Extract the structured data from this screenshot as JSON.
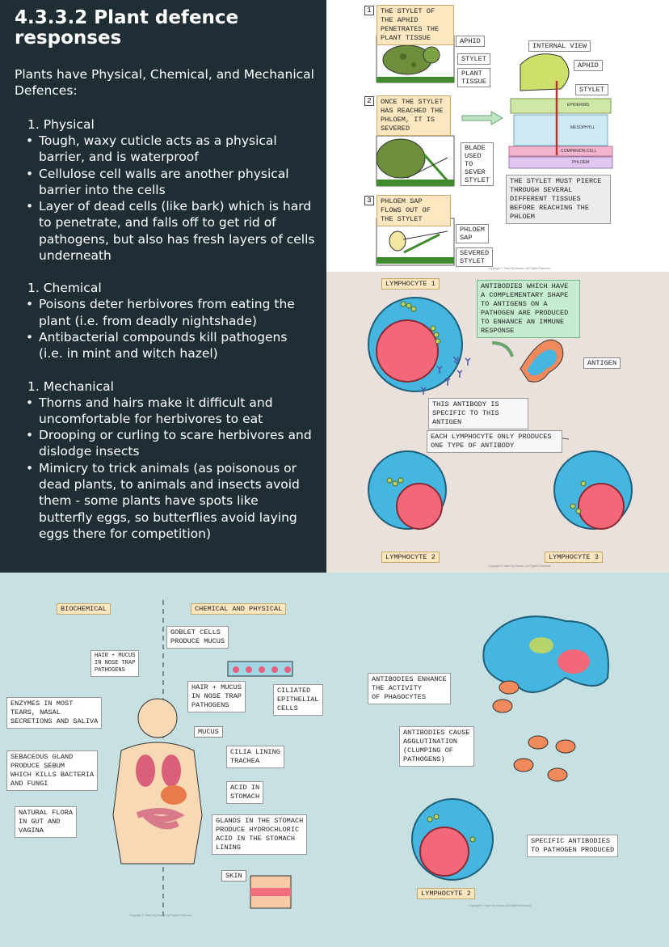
{
  "text_panel": {
    "title": "4.3.3.2 Plant defence responses",
    "intro": "Plants have Physical, Chemical, and Mechanical Defences:",
    "sections": [
      {
        "heading": "1. Physical",
        "bullets": [
          "Tough, waxy cuticle acts as a physical barrier, and is waterproof",
          "Cellulose cell walls are another physical barrier into the cells",
          "Layer of dead cells (like bark) which is hard to penetrate, and falls off to get rid of pathogens, but also has fresh layers of cells underneath"
        ]
      },
      {
        "heading": "1. Chemical",
        "bullets": [
          "Poisons deter herbivores from eating the plant (i.e. from deadly nightshade)",
          "Antibacterial compounds kill pathogens (i.e. in mint and witch hazel)"
        ]
      },
      {
        "heading": "1. Mechanical",
        "bullets": [
          "Thorns and hairs make it difficult and uncomfortable for herbivores to eat",
          "Drooping or curling to scare herbivores and dislodge insects",
          "Mimicry to trick animals (as poisonous or dead plants, to animals and insects avoid them - some plants have spots like butterfly eggs, so butterflies avoid laying eggs there for competition)"
        ]
      }
    ]
  },
  "aphid_diagram": {
    "step_numbers": [
      "1",
      "2",
      "3"
    ],
    "step1": "THE STYLET OF THE APHID PENETRATES THE PLANT TISSUE",
    "step2": "ONCE THE STYLET HAS REACHED THE PHLOEM, IT IS SEVERED",
    "step3": "PHLOEM SAP FLOWS OUT OF THE STYLET",
    "label_aphid": "APHID",
    "label_stylet": "STYLET",
    "label_plant_tissue": "PLANT\nTISSUE",
    "label_blade": "BLADE\nUSED\nTO\nSEVER\nSTYLET",
    "label_phloem_sap": "PHLOEM\nSAP",
    "label_severed_stylet": "SEVERED\nSTYLET",
    "internal_view": "INTERNAL VIEW",
    "iv_aphid": "APHID",
    "iv_stylet": "STYLET",
    "layer_epidermis": "EPIDERMIS",
    "layer_mesophyll": "MESOPHYLL",
    "layer_companion": "COMPANION CELL",
    "layer_phloem": "PHLOEM",
    "pierce_note": "THE STYLET MUST PIERCE THROUGH SEVERAL DIFFERENT TISSUES BEFORE REACHING THE PHLOEM",
    "copyright": "Copyright © Save My Exams. All Rights Reserved"
  },
  "lymphocyte_diagram": {
    "lymphocyte_1": "LYMPHOCYTE 1",
    "lymphocyte_2": "LYMPHOCYTE 2",
    "lymphocyte_3": "LYMPHOCYTE 3",
    "antibodies_note": "ANTIBODIES WHICH HAVE A COMPLEMENTARY SHAPE TO ANTIGENS ON A PATHOGEN ARE PRODUCED TO ENHANCE AN IMMUNE RESPONSE",
    "antigen": "ANTIGEN",
    "specific_note": "THIS ANTIBODY IS SPECIFIC TO THIS ANTIGEN",
    "one_type_note": "EACH LYMPHOCYTE ONLY PRODUCES ONE TYPE OF ANTIBODY",
    "copyright": "Copyright © Save My Exams. All Rights Reserved"
  },
  "body_diagram": {
    "biochemical": "BIOCHEMICAL",
    "chemical_physical": "CHEMICAL AND PHYSICAL",
    "goblet": "GOBLET CELLS\nPRODUCE MUCUS",
    "hair_mucus_small": "HAIR + MUCUS\n IN NOSE TRAP\nPATHOGENS",
    "hair_mucus": "HAIR + MUCUS\nIN NOSE TRAP\nPATHOGENS",
    "ciliated": "CILIATED\nEPITHELIAL\nCELLS",
    "enzymes": "ENZYMES IN MOST\nTEARS, NASAL\nSECRETIONS AND SALIVA",
    "mucus": "MUCUS",
    "sebaceous": "SEBACEOUS GLAND\nPRODUCE SEBUM\nWHICH KILLS BACTERIA\nAND FUNGI",
    "cilia_trachea": "CILIA LINING\nTRACHEA",
    "acid_stomach": "ACID IN\nSTOMACH",
    "natural_flora": "NATURAL FLORA\nIN GUT AND\nVAGINA",
    "glands": "GLANDS IN THE STOMACH\nPRODUCE HYDROCHLORIC\nACID IN THE STOMACH\nLINING",
    "skin": "SKIN",
    "enhance_phagocytes": "ANTIBODIES ENHANCE\nTHE ACTIVITY\nOF PHAGOCYTES",
    "agglutination": "ANTIBODIES CAUSE\nAGGLUTINATION\n(CLUMPING OF\nPATHOGENS)",
    "specific_antibodies": "SPECIFIC ANTIBODIES\nTO PATHOGEN PRODUCED",
    "lymphocyte_2": "LYMPHOCYTE 2",
    "copyright": "Copyright © Save My Exams. All Rights Reserved"
  },
  "colors": {
    "panel_dark": "#1f2e35",
    "nucleus": "#f26878",
    "cell": "#45b6e0",
    "antibody": "#4b5aa8",
    "pathogen": "#f08a5d"
  }
}
